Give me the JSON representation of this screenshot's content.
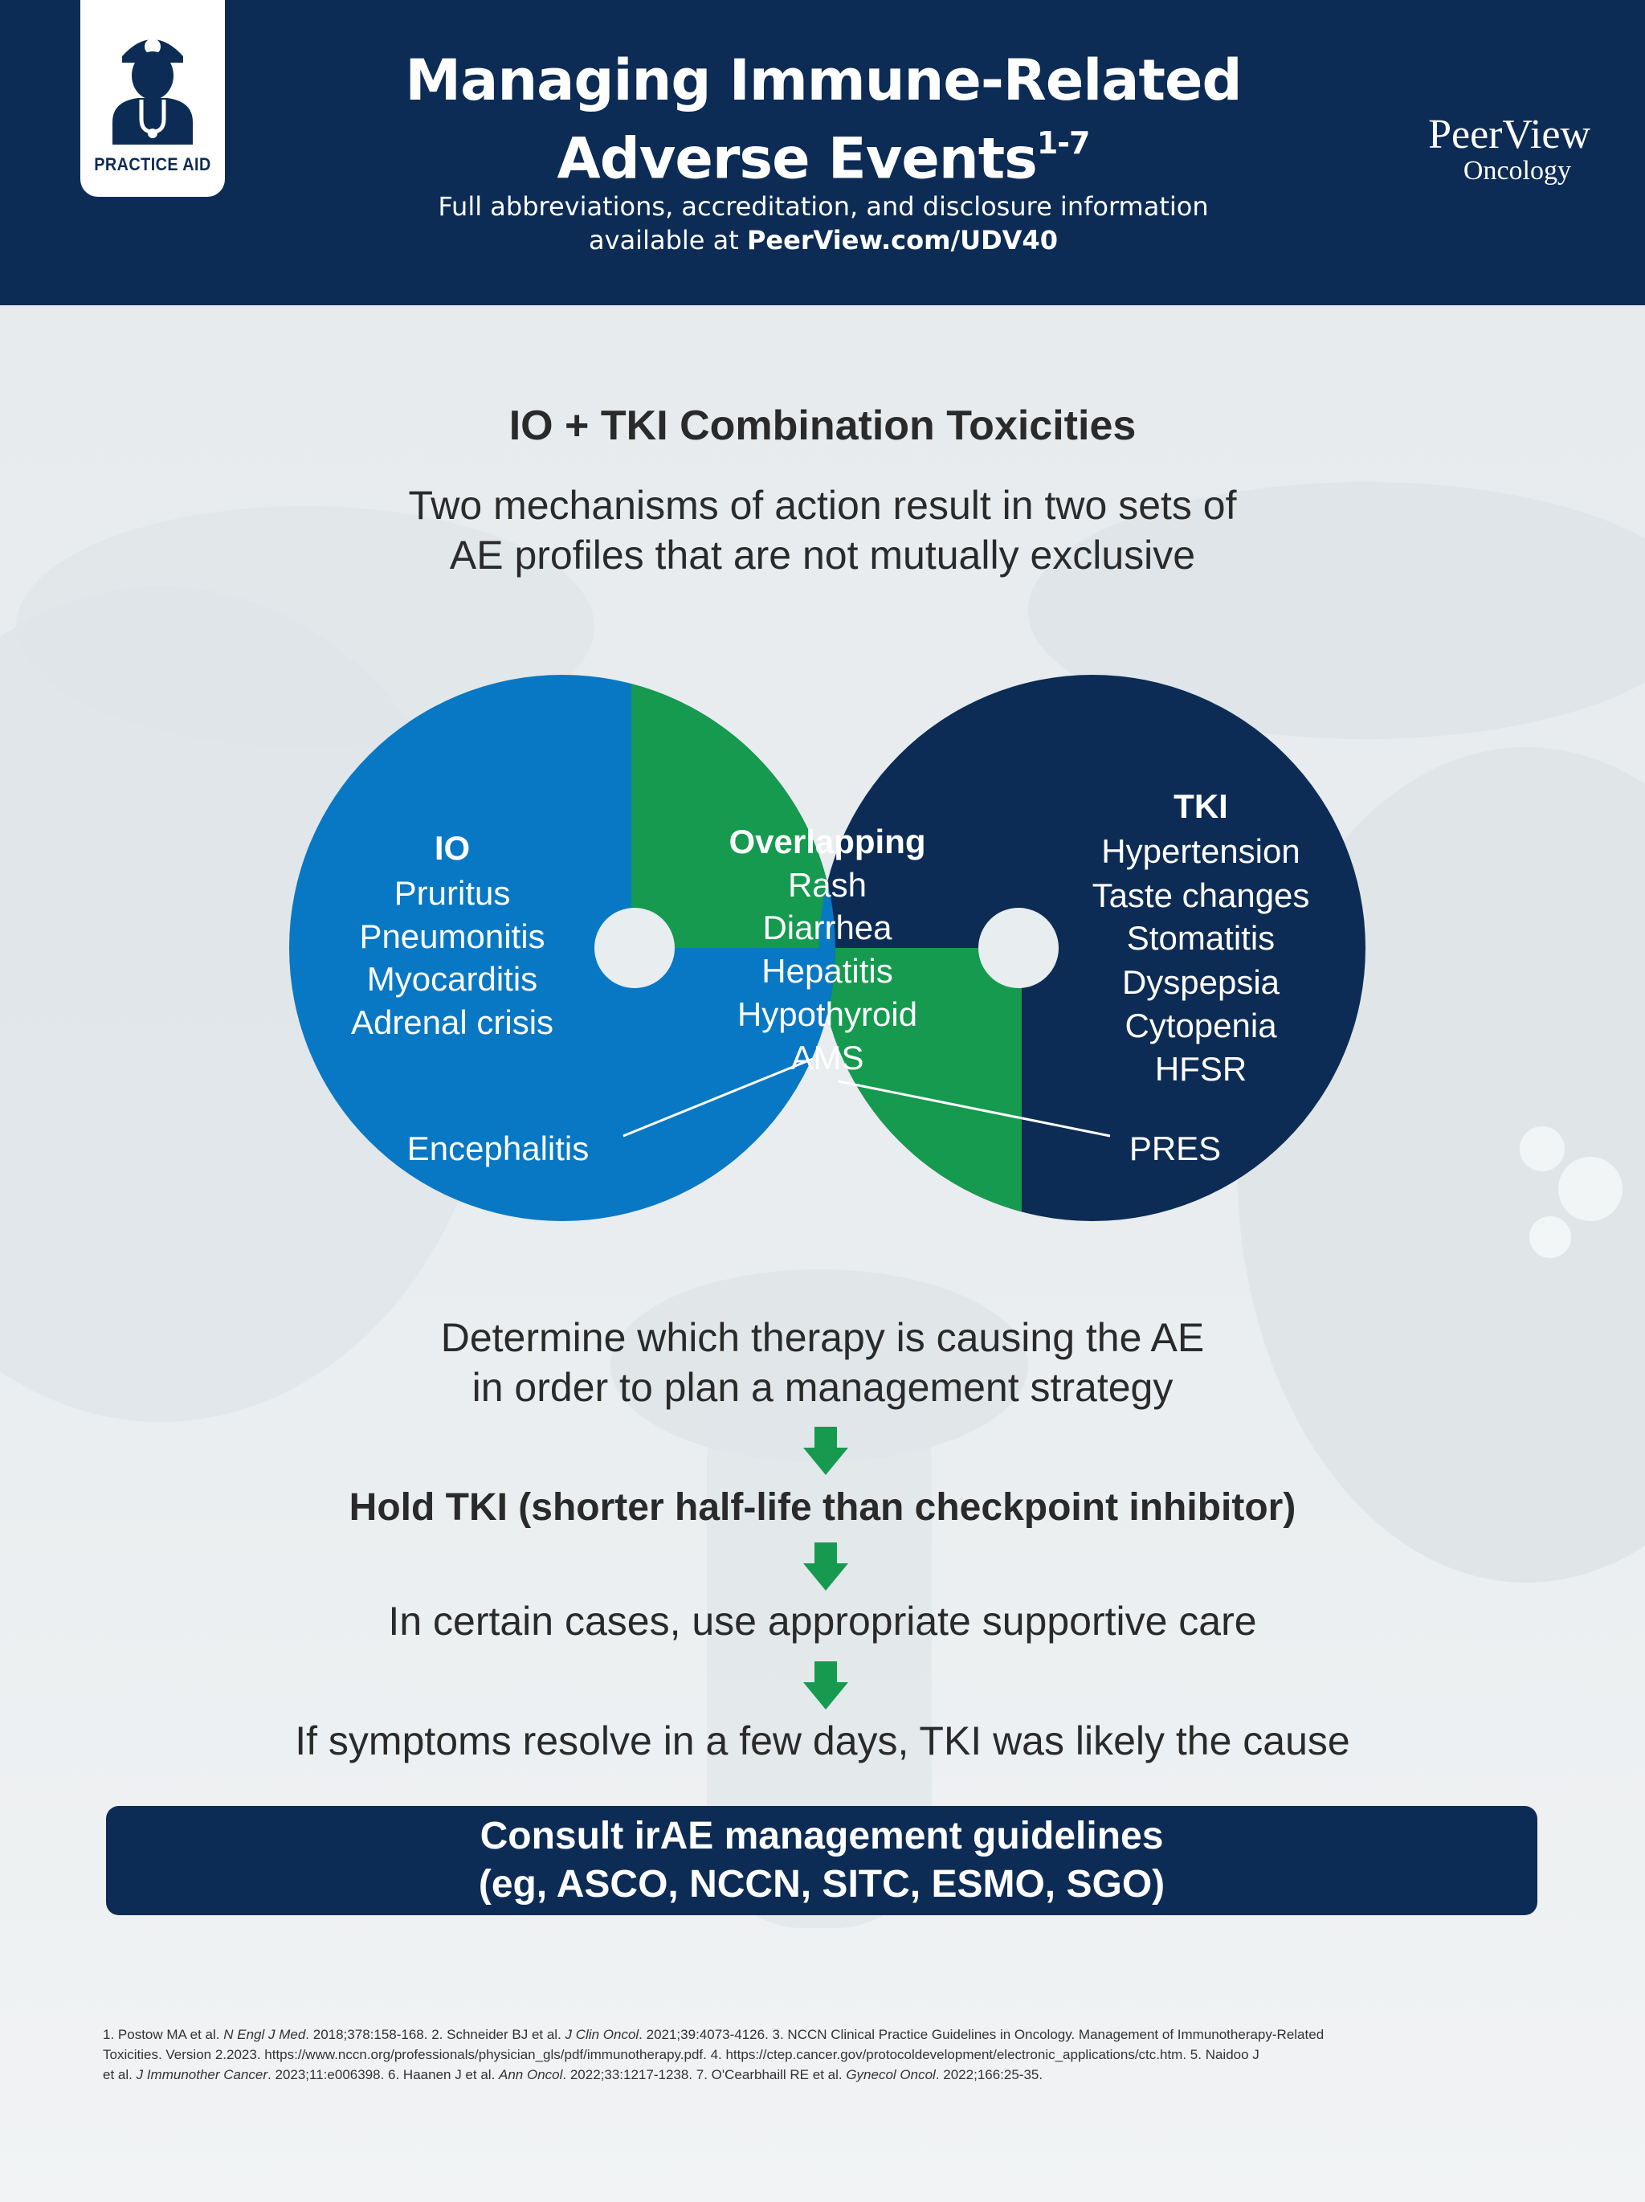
{
  "header": {
    "badge_label": "PRACTICE AID",
    "title_line1": "Managing Immune-Related",
    "title_line2": "Adverse Events",
    "title_sup": "1-7",
    "subtitle_line1": "Full abbreviations, accreditation, and disclosure information",
    "subtitle_line2_prefix": "available at ",
    "subtitle_link": "PeerView.com/UDV40",
    "brand_name": "PeerView",
    "brand_sub": "Oncology"
  },
  "section": {
    "title": "IO + TKI Combination Toxicities",
    "subtitle_line1": "Two mechanisms of action result in two sets of",
    "subtitle_line2": "AE profiles that are not mutually exclusive"
  },
  "venn": {
    "io": {
      "heading": "IO",
      "items": [
        "Pruritus",
        "Pneumonitis",
        "Myocarditis",
        "Adrenal crisis"
      ],
      "color": "#0878c4"
    },
    "overlap": {
      "heading": "Overlapping",
      "items": [
        "Rash",
        "Diarrhea",
        "Hepatitis",
        "Hypothyroid",
        "AMS"
      ],
      "color": "#159a4f"
    },
    "tki": {
      "heading": "TKI",
      "items": [
        "Hypertension",
        "Taste changes",
        "Stomatitis",
        "Dyspepsia",
        "Cytopenia",
        "HFSR"
      ],
      "color": "#0d2c55"
    },
    "left_callout": "Encephalitis",
    "right_callout": "PRES"
  },
  "steps": {
    "determine_line1": "Determine which therapy is causing the AE",
    "determine_line2": "in order to plan a management strategy",
    "hold": "Hold TKI (shorter half-life than checkpoint inhibitor)",
    "supportive": "In certain cases, use appropriate supportive care",
    "resolve": "If symptoms resolve in a few days, TKI was likely the cause",
    "arrow_color": "#159a4f"
  },
  "cta": {
    "line1": "Consult irAE management guidelines",
    "line2": "(eg, ASCO, NCCN, SITC, ESMO, SGO)"
  },
  "references": {
    "r1a": "1. Postow MA et al. ",
    "r1j": "N Engl J Med",
    "r1b": ". 2018;378:158-168. 2. Schneider BJ et al. ",
    "r2j": "J Clin Oncol",
    "r2b": ". 2021;39:4073-4126. 3. NCCN Clinical Practice Guidelines in Oncology. Management of Immunotherapy-Related",
    "line2": "Toxicities. Version 2.2023. https://www.nccn.org/professionals/physician_gls/pdf/immunotherapy.pdf. 4. https://ctep.cancer.gov/protocoldevelopment/electronic_applications/ctc.htm. 5. Naidoo J",
    "r5a": "et al. ",
    "r5j": "J Immunother Cancer",
    "r5b": ". 2023;11:e006398. 6. Haanen J et al. ",
    "r6j": "Ann Oncol",
    "r6b": ". 2022;33:1217-1238. 7. O'Cearbhaill RE et al. ",
    "r7j": "Gynecol Oncol",
    "r7b": ". 2022;166:25-35."
  }
}
